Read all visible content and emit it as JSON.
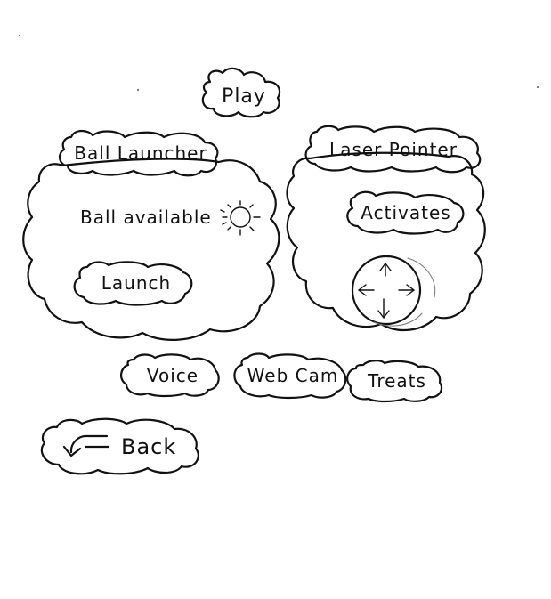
{
  "nav": {
    "play_label": "Play",
    "back_label": "Back"
  },
  "ball_launcher": {
    "title": "Ball Launcher",
    "status": "Ball available",
    "launch_label": "Launch",
    "status_icon": "sun-icon"
  },
  "laser_pointer": {
    "title": "Laser Pointer",
    "activate_label": "Activates",
    "joystick_icon": "four-arrows-icon"
  },
  "bottom_buttons": {
    "voice_label": "Voice",
    "webcam_label": "Web Cam",
    "treats_label": "Treats"
  },
  "icons": {
    "back": "back-arrow-icon"
  }
}
